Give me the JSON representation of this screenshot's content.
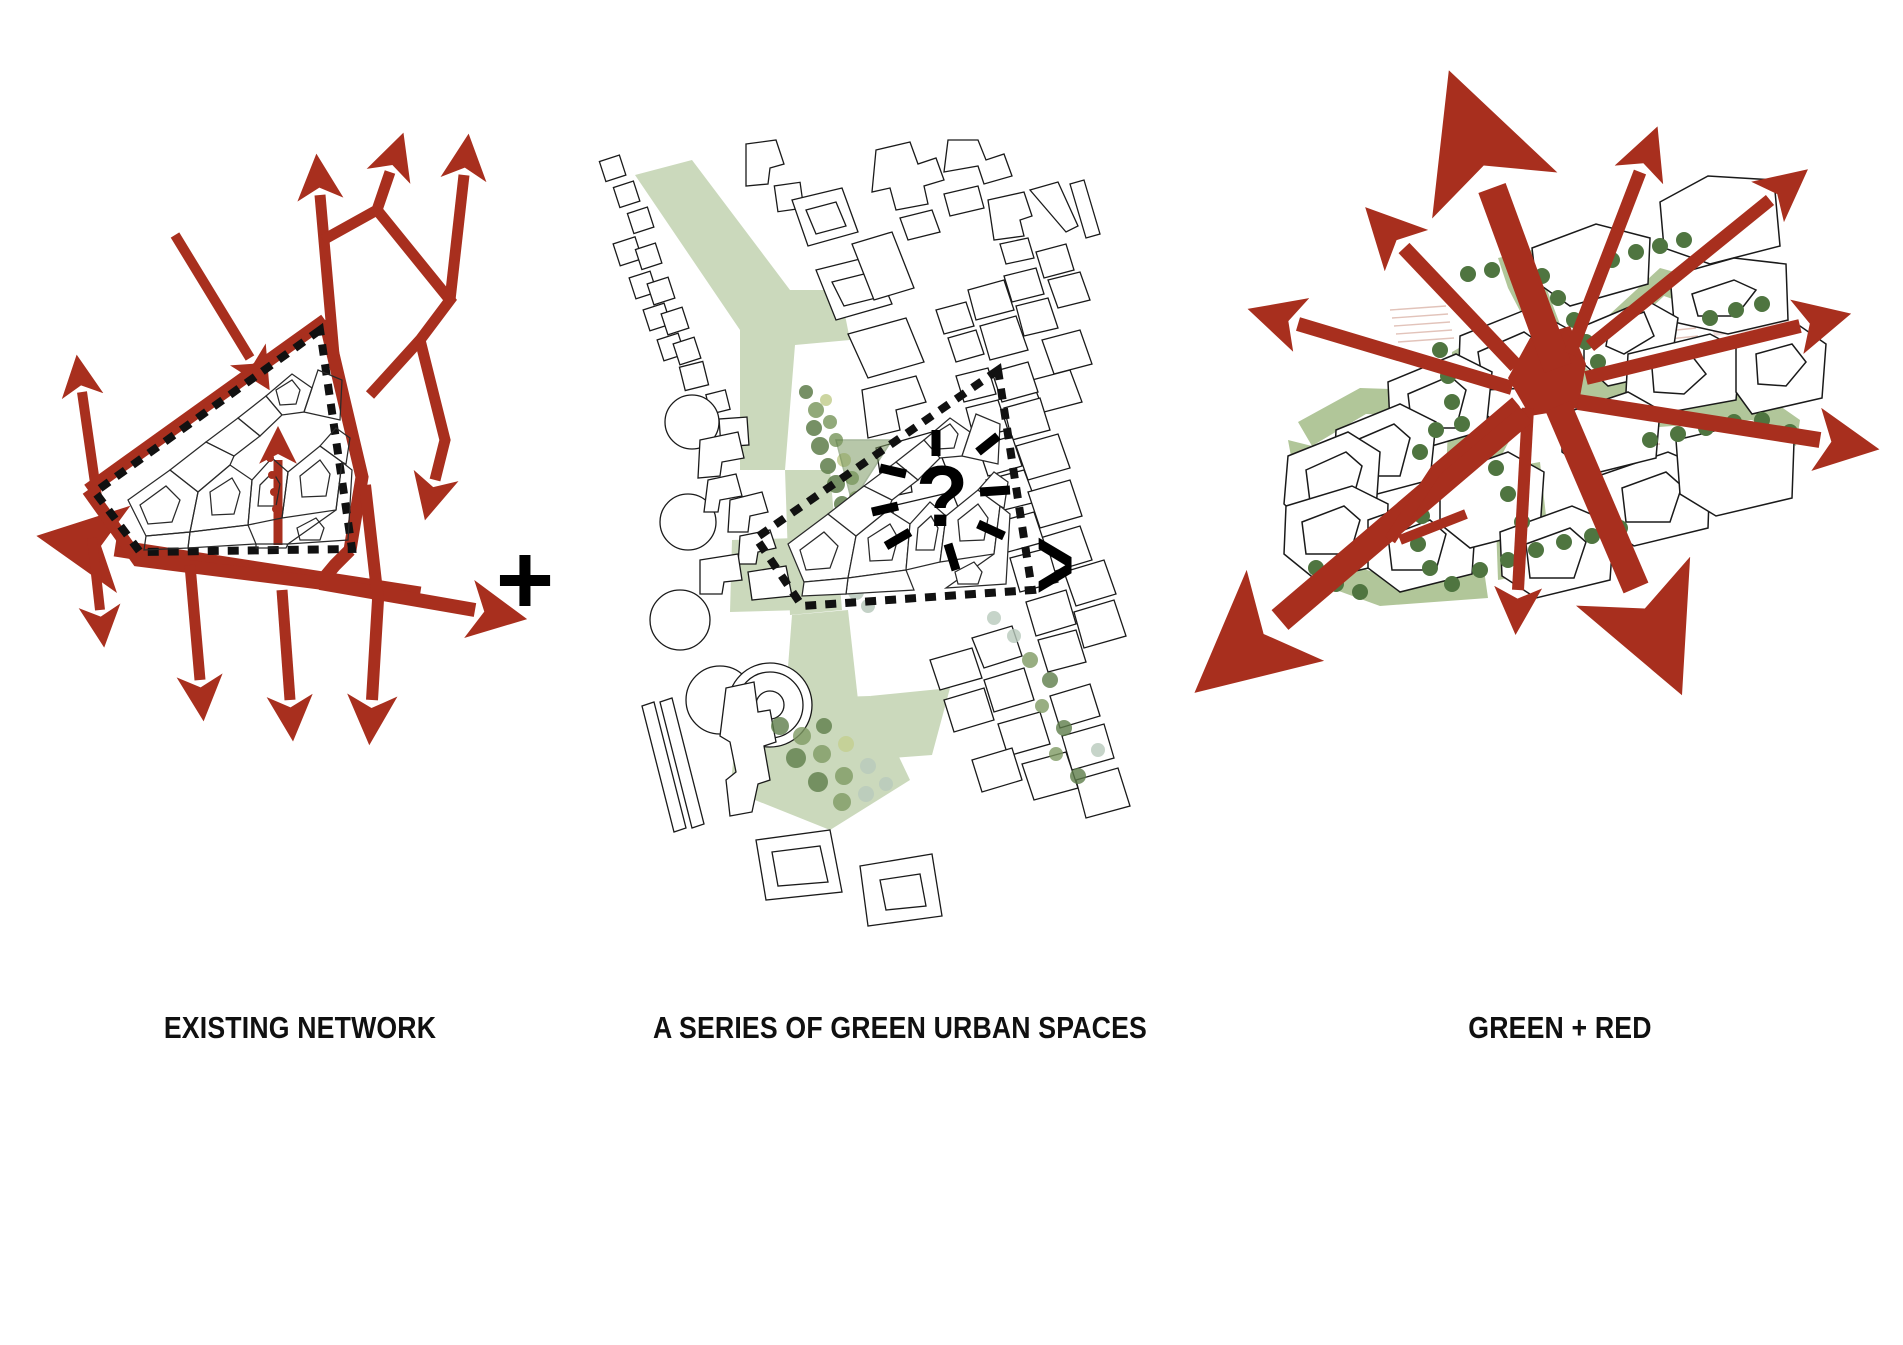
{
  "document": {
    "type": "urban-design-concept-diagram",
    "background_color": "#ffffff"
  },
  "palette": {
    "red": "#A82F1E",
    "red_dark": "#8E2718",
    "green_fill": "#CBD9BC",
    "green_mid": "#A9C08F",
    "tree_dark": "#5E7D4A",
    "tree_mid": "#7E9A63",
    "tree_light": "#C3CE8F",
    "tree_pale": "#B8C9BC",
    "outline": "#1A1A1A",
    "black": "#000000"
  },
  "operators": {
    "plus": "+",
    "greater_than": ">"
  },
  "panels": [
    {
      "id": "panel-1",
      "caption": "EXISTING NETWORK",
      "description": "Site block outlined with a heavy black dashed boundary, surrounded by a dark red road network with directional arrowheads radiating outward.",
      "elements": {
        "boundary_style": "black dashed polygon",
        "road_color": "#A82F1E",
        "arrow_count": 11,
        "interior": "thin black line block parcels",
        "dotted_path_color": "#A82F1E"
      }
    },
    {
      "id": "panel-2",
      "caption": "A SERIES OF GREEN URBAN SPACES",
      "description": "Figure-ground site plan of building footprints in thin black outline with pale green open-space corridors, scattered tree dots, and the study block marked by a black dashed boundary containing a bold question mark with radiating black arrows.",
      "elements": {
        "question_mark": "?",
        "boundary_style": "black dashed polygon",
        "green_fill": "#CBD9BC",
        "tree_dot_colors": [
          "#5E7D4A",
          "#7E9A63",
          "#C3CE8F",
          "#B8C9BC"
        ],
        "radiating_arrow_count": 8
      }
    },
    {
      "id": "panel-3",
      "caption": "GREEN + RED",
      "description": "Resulting proposal: white block parcels threaded with green planted corridors and tree rows, overlaid by a branching dark red circulation armature with large arrowheads pushing out in every direction.",
      "elements": {
        "road_color": "#A82F1E",
        "green_fill": "#A9C08F",
        "tree_dot_color": "#4F7540",
        "arrow_count": 10
      }
    }
  ],
  "chart_data": {
    "type": "diagram",
    "title": "EXISTING NETWORK + A SERIES OF GREEN URBAN SPACES > GREEN + RED",
    "sequence": [
      "EXISTING NETWORK",
      "+",
      "A SERIES OF GREEN URBAN SPACES",
      ">",
      "GREEN + RED"
    ],
    "legend": []
  }
}
